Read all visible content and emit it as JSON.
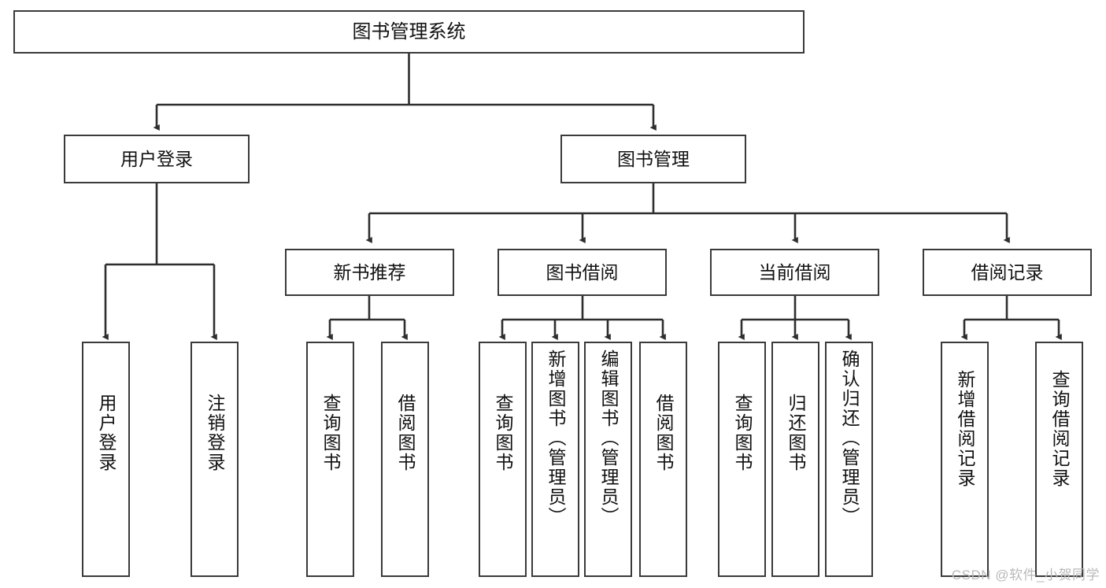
{
  "diagram": {
    "title": "图书管理系统",
    "type": "tree",
    "watermark": "CSDN @软件_小贺同学",
    "colors": {
      "box_border": "#3a3a3a",
      "box_fill": "#ffffff",
      "connector": "#2e2e2e",
      "text": "#111111",
      "watermark": "#b9b9b9"
    },
    "root": {
      "label": "图书管理系统"
    },
    "level2": [
      {
        "label": "用户登录"
      },
      {
        "label": "图书管理"
      }
    ],
    "level3": [
      {
        "label": "新书推荐"
      },
      {
        "label": "图书借阅"
      },
      {
        "label": "当前借阅"
      },
      {
        "label": "借阅记录"
      }
    ],
    "leaves": {
      "user_login": [
        {
          "label": "用户登录"
        },
        {
          "label": "注销登录"
        }
      ],
      "new_book": [
        {
          "label": "查询图书"
        },
        {
          "label": "借阅图书"
        }
      ],
      "book_borrow": [
        {
          "label": "查询图书"
        },
        {
          "label": "新增图书（管理员）"
        },
        {
          "label": "编辑图书（管理员）"
        },
        {
          "label": "借阅图书"
        }
      ],
      "current_borrow": [
        {
          "label": "查询图书"
        },
        {
          "label": "归还图书"
        },
        {
          "label": "确认归还（管理员）"
        }
      ],
      "borrow_record": [
        {
          "label": "新增借阅记录"
        },
        {
          "label": "查询借阅记录"
        }
      ]
    }
  }
}
